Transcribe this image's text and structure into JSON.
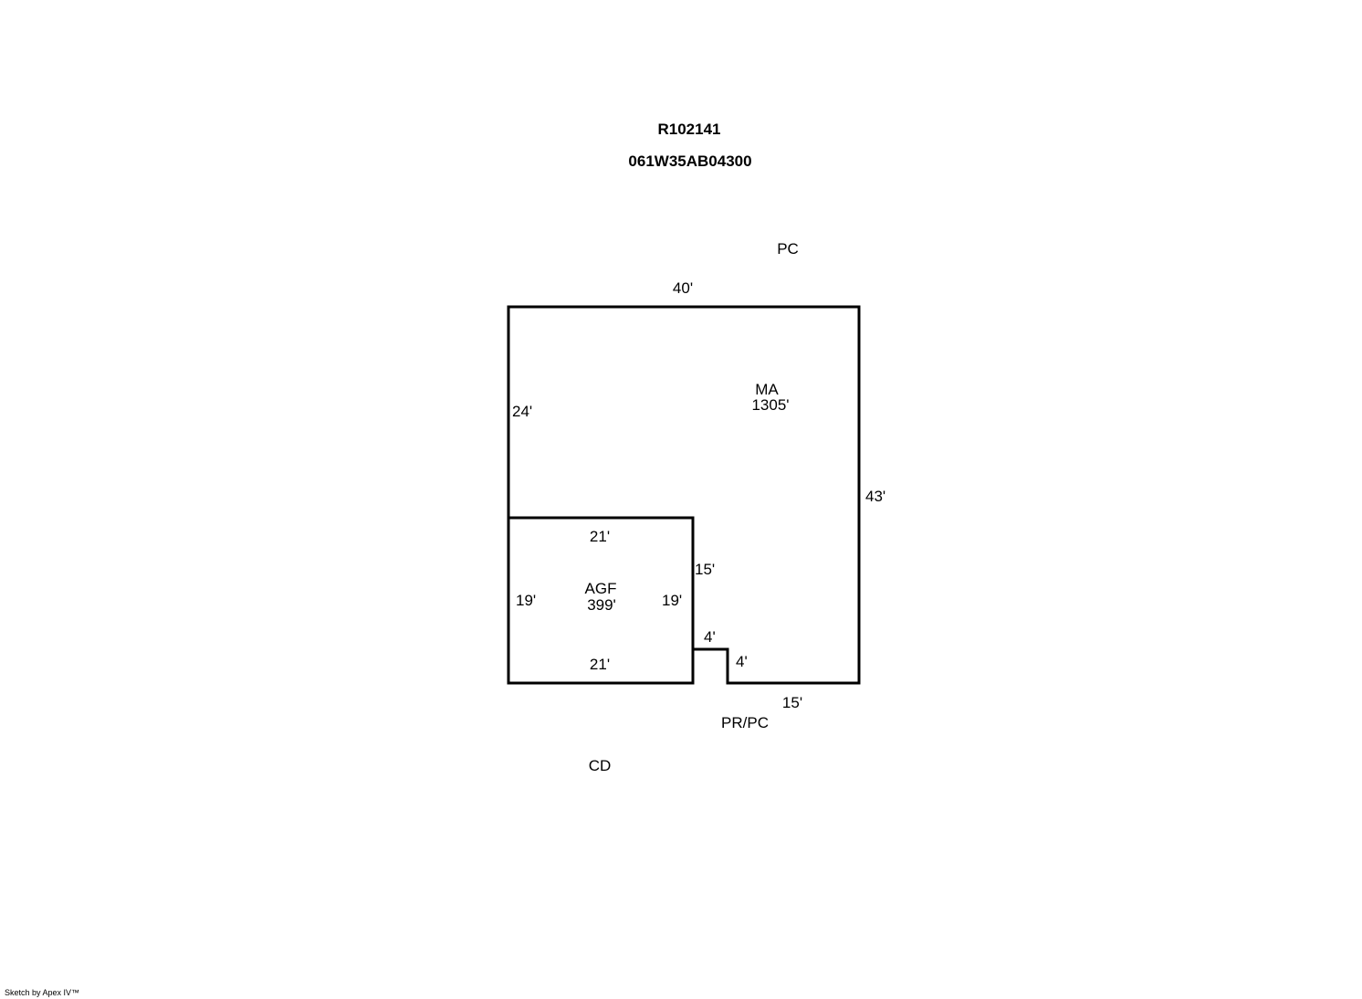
{
  "header": {
    "account": "R102141",
    "map_number": "061W35AB04300"
  },
  "areas": {
    "main": {
      "code": "MA",
      "size": "1305'"
    },
    "garage": {
      "code": "AGF",
      "size": "399'"
    }
  },
  "dimensions": {
    "top": "40'",
    "left_upper": "24'",
    "right": "43'",
    "garage_top": "21'",
    "garage_left": "19'",
    "garage_right": "19'",
    "garage_bottom": "21'",
    "inner_vertical": "15'",
    "notch_top": "4'",
    "notch_side": "4'",
    "bottom_right": "15'"
  },
  "annotations": {
    "pc": "PC",
    "pr_pc": "PR/PC",
    "cd": "CD"
  },
  "footer": {
    "credit": "Sketch by Apex IV™"
  },
  "colors": {
    "line": "#000000",
    "background": "#ffffff"
  }
}
